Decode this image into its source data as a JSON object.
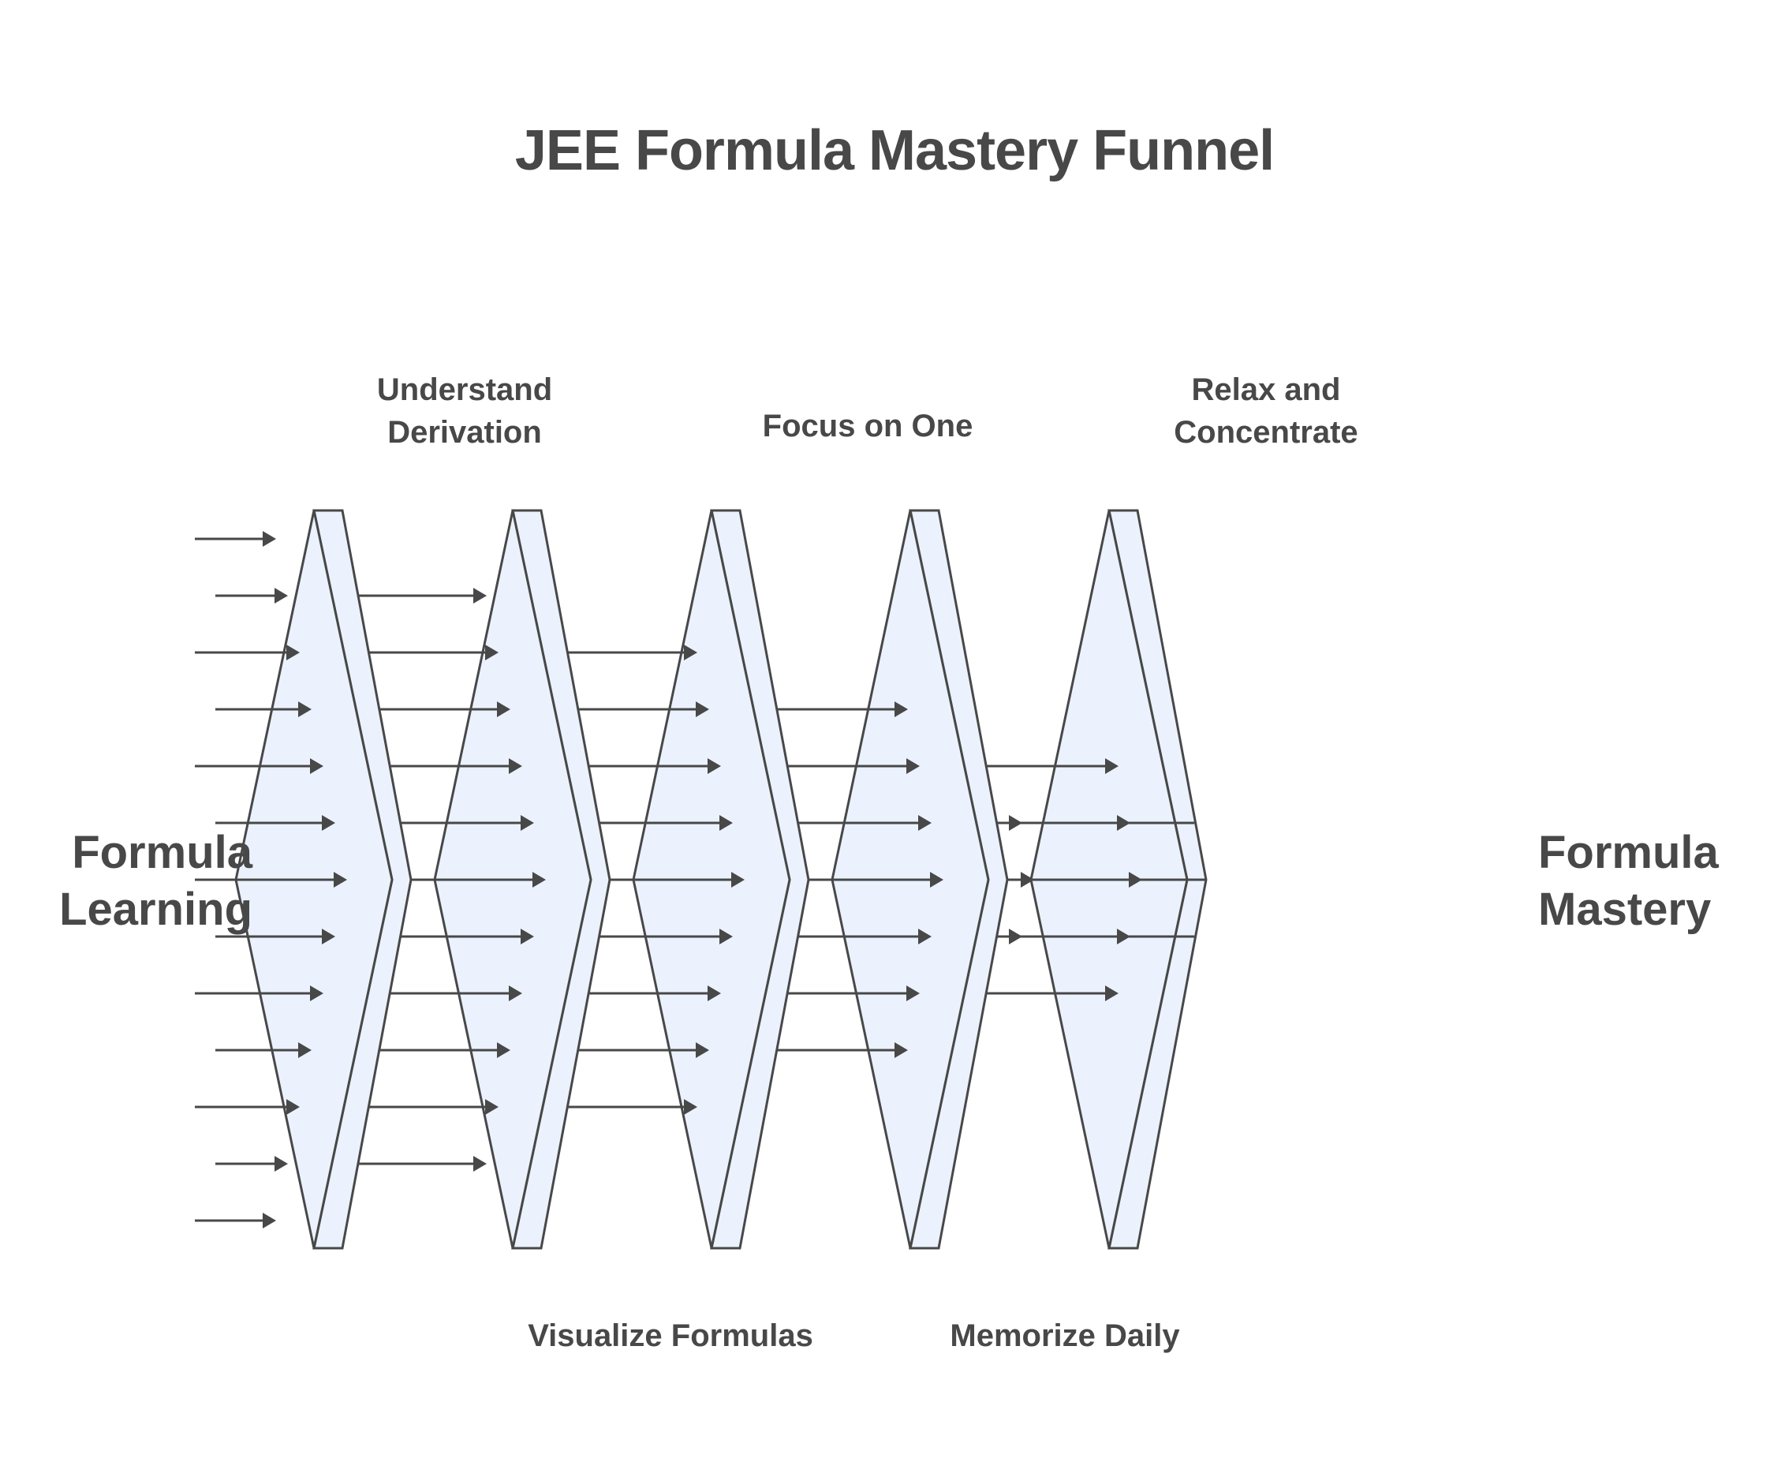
{
  "title": "JEE Formula Mastery Funnel",
  "input_label": {
    "line1": "Formula",
    "line2": "Learning"
  },
  "output_label": {
    "line1": "Formula",
    "line2": "Mastery"
  },
  "stages": [
    {
      "name": "Understand Derivation",
      "line1": "Understand",
      "line2": "Derivation",
      "position": "top",
      "arrows_in": 13
    },
    {
      "name": "Visualize Formulas",
      "line1": "Visualize Formulas",
      "line2": "",
      "position": "bottom",
      "arrows_in": 11
    },
    {
      "name": "Focus on One",
      "line1": "Focus on One",
      "line2": "",
      "position": "top",
      "arrows_in": 9
    },
    {
      "name": "Memorize Daily",
      "line1": "Memorize Daily",
      "line2": "",
      "position": "bottom",
      "arrows_in": 7
    },
    {
      "name": "Relax and Concentrate",
      "line1": "Relax and",
      "line2": "Concentrate",
      "position": "top",
      "arrows_in": 5
    }
  ],
  "arrows_out": 3,
  "colors": {
    "stroke": "#484848",
    "fill": "#ebf2fe",
    "text": "#484848",
    "background": "#ffffff"
  }
}
